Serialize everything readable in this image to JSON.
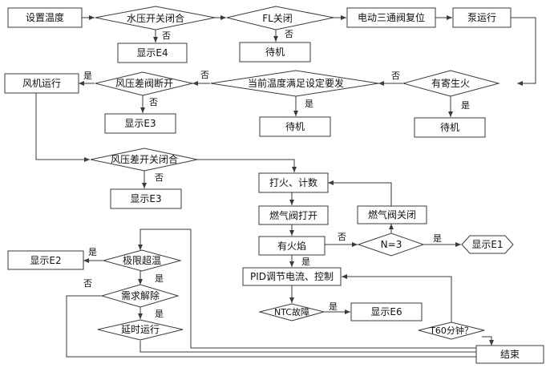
{
  "nodes": {
    "set_temp": "设置温度",
    "water_switch": "水压开关闭合",
    "fl_close": "FL关闭",
    "valve_reset": "电动三通阀复位",
    "pump_run": "泵运行",
    "show_e4": "显示E4",
    "standby_1": "待机",
    "fan_run": "风机运行",
    "wind_diff_valve": "风压差阀断开",
    "temp_check": "当前温度满足设定要发",
    "freeze": "有寄生火",
    "show_e3_a": "显示E3",
    "standby_2": "待机",
    "standby_3": "待机",
    "wind_switch_close": "风压差开关闭合",
    "show_e3_b": "显示E3",
    "ignite_count": "打火、计数",
    "gas_open": "燃气阀打开",
    "gas_close": "燃气阀关闭",
    "has_flame": "有火焰",
    "n3": "N=3",
    "show_e1": "显示E1",
    "over_temp": "极限超温",
    "show_e2": "显示E2",
    "demand_release": "需求解除",
    "delay_run": "延时运行",
    "pid": "PID调节电流、控制",
    "ntc_fault": "NTC故障",
    "show_e6": "显示E6",
    "t60": "T60分钟？",
    "end": "结束"
  },
  "labels": {
    "no": "否",
    "yes": "是"
  }
}
